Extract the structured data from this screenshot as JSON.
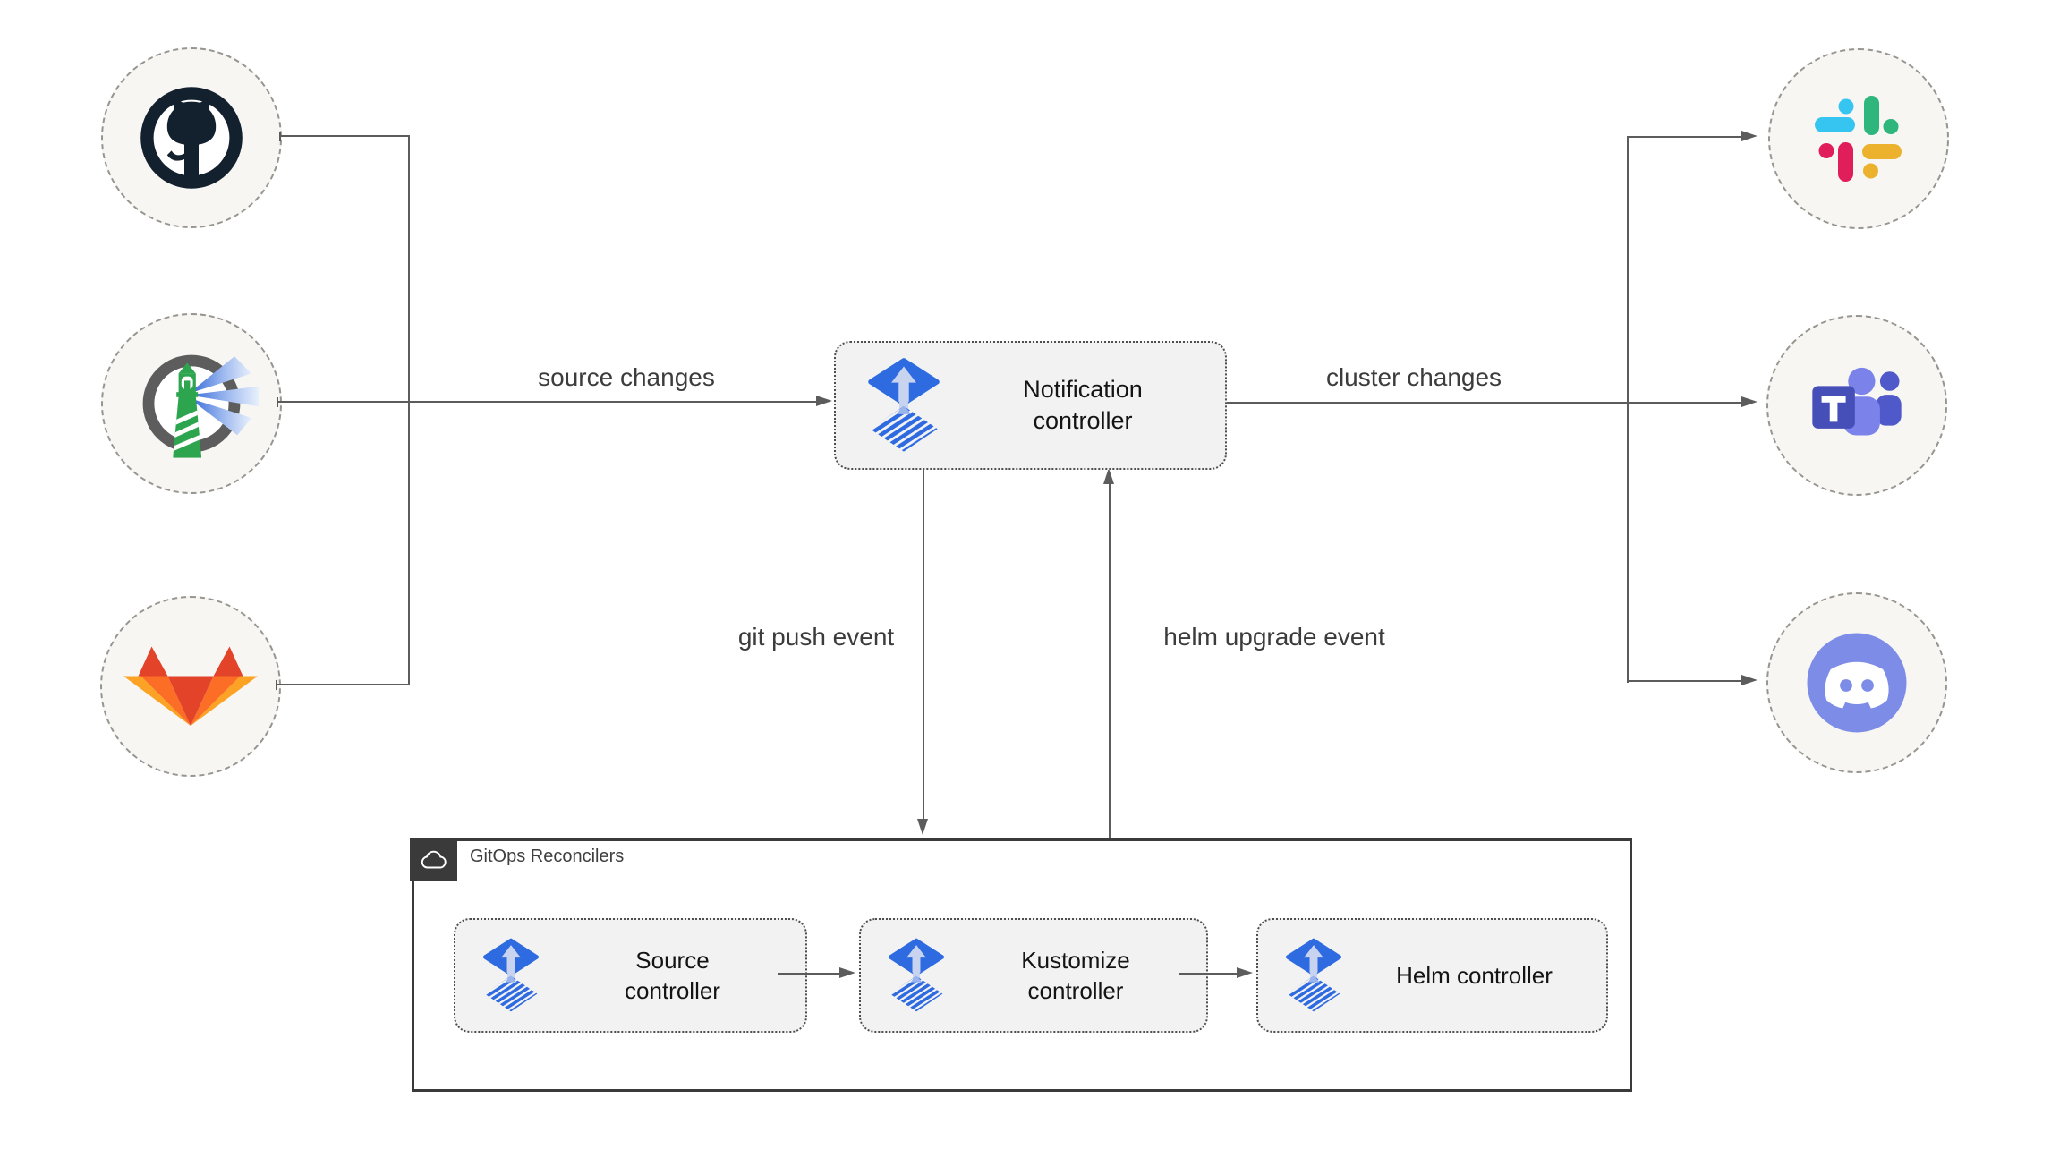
{
  "diagram": {
    "sources": [
      {
        "id": "github",
        "icon": "github-octocat-icon"
      },
      {
        "id": "registry",
        "icon": "lighthouse-registry-icon"
      },
      {
        "id": "gitlab",
        "icon": "gitlab-fox-icon"
      }
    ],
    "controller": {
      "label": "Notification controller",
      "icon": "flux-logo-icon"
    },
    "targets": [
      {
        "id": "slack",
        "icon": "slack-icon"
      },
      {
        "id": "teams",
        "icon": "microsoft-teams-icon"
      },
      {
        "id": "discord",
        "icon": "discord-icon"
      }
    ],
    "edges": {
      "source_changes": "source changes",
      "cluster_changes": "cluster changes",
      "git_push_event": "git push event",
      "helm_upgrade_event": "helm upgrade event"
    },
    "reconcilers": {
      "title": "GitOps Reconcilers",
      "badge_icon": "cloud-icon",
      "items": [
        {
          "label": "Source controller",
          "icon": "flux-logo-icon"
        },
        {
          "label": "Kustomize controller",
          "icon": "flux-logo-icon"
        },
        {
          "label": "Helm controller",
          "icon": "flux-logo-icon"
        }
      ]
    }
  },
  "colors": {
    "flux_blue": "#2f6be0",
    "flux_light": "#c7d3ef",
    "line": "#5c5c5c",
    "node_fill": "#f7f6f3",
    "box_fill": "#f2f2f2",
    "frame": "#3a3a3a",
    "github_navy": "#13202e",
    "lighthouse_green": "#2da44e",
    "slack": [
      "#36c5f0",
      "#2eb67d",
      "#e01e5a",
      "#ecb22e"
    ],
    "gitlab": [
      "#e24329",
      "#fc6d26",
      "#fca326"
    ],
    "teams": [
      "#7b83eb",
      "#5059c9",
      "#464eb8"
    ],
    "discord_blurple": "#7d8ce7"
  }
}
